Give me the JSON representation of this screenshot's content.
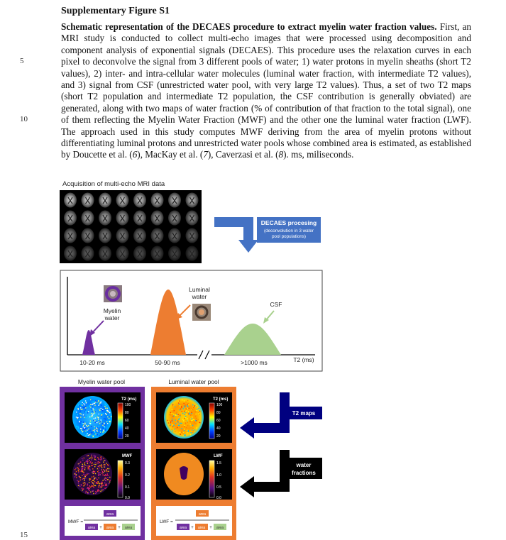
{
  "line_numbers": {
    "l5": "5",
    "l10": "10",
    "l15": "15"
  },
  "title": "Supplementary Figure S1",
  "caption": {
    "bold": "Schematic representation of the DECAES procedure to extract myelin water fraction values.",
    "part1": " First, an MRI study is conducted to collect multi-echo images that were processed using decomposition and component analysis of exponential signals (DECAES). This procedure uses the relaxation curves in each pixel to deconvolve the signal from 3 different pools of water; 1) water protons in myelin sheaths (short T2 values), 2) inter- and intra-cellular water molecules (luminal water fraction, with intermediate T2 values), and 3) signal from CSF (unrestricted water pool, with very large T2 values). Thus, a set of two T2 maps (short T2 population and intermediate T2 population, the CSF contribution is generally obviated) are generated, along with two maps of water fraction (% of contribution of that fraction to the total signal), one of them reflecting the Myelin Water Fraction (MWF) and the other one the luminal water fraction (LWF). The approach used in this study computes MWF deriving from the area of myelin protons without differentiating luminal protons and unrestricted water pools whose combined area is estimated, as established by Doucette et al. (",
    "ref6": "6",
    "part2": "), MacKay et al. (",
    "ref7": "7",
    "part3": "), Caverzasi et al. (",
    "ref8": "8",
    "part4": "). ms, miliseconds."
  },
  "figure": {
    "acq_label": "Acquisition of multi-echo MRI data",
    "decaes_title": "DECAES procesing",
    "decaes_sub1": "(deconvolution in 3 water",
    "decaes_sub2": "pool populations)",
    "spectrum": {
      "myelin1": "Myelin",
      "myelin2": "water",
      "luminal1": "Luminal",
      "luminal2": "water",
      "csf": "CSF",
      "t1": "10-20 ms",
      "t2": "50-90 ms",
      "t3": ">1000 ms",
      "axis": "T2 (ms)"
    },
    "myelin_pool_label": "Myelin water pool",
    "luminal_pool_label": "Luminal water pool",
    "t2_scale": {
      "title": "T2 (ms)",
      "ticks": [
        "100",
        "80",
        "60",
        "40",
        "20"
      ]
    },
    "mwf_scale": {
      "title": "MWF",
      "ticks": [
        "0.3",
        "0.2",
        "0.1",
        "0.0"
      ]
    },
    "lwf_scale": {
      "title": "LWF",
      "ticks": [
        "1.5",
        "1.0",
        "0.5",
        "0.0"
      ]
    },
    "t2_maps_label": "T2 maps",
    "wf_label1": "water",
    "wf_label2": "fractions",
    "formula": {
      "mwf": "MWF =",
      "lwf": "LWF =",
      "area": "area",
      "plus": "+"
    },
    "colors": {
      "myelin": "#7030a0",
      "luminal": "#ed7d31",
      "csf": "#a9d18e",
      "arrow_blue": "#4472c4",
      "navy": "#000080",
      "black": "#000000"
    }
  }
}
